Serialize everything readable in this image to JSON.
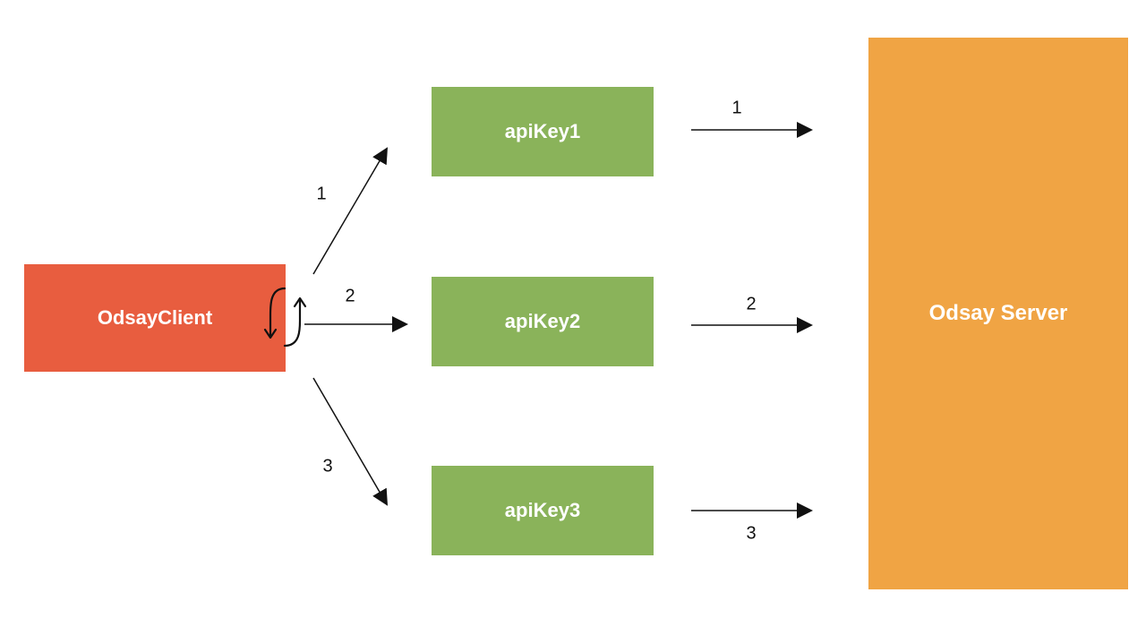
{
  "nodes": {
    "client": {
      "label": "OdsayClient",
      "color": "#e85d3f"
    },
    "keys": [
      {
        "label": "apiKey1",
        "color": "#8ab35a"
      },
      {
        "label": "apiKey2",
        "color": "#8ab35a"
      },
      {
        "label": "apiKey3",
        "color": "#8ab35a"
      }
    ],
    "server": {
      "label": "Odsay Server",
      "color": "#f0a444"
    }
  },
  "edges": {
    "client_to_keys": [
      {
        "label": "1"
      },
      {
        "label": "2"
      },
      {
        "label": "3"
      }
    ],
    "keys_to_server": [
      {
        "label": "1"
      },
      {
        "label": "2"
      },
      {
        "label": "3"
      }
    ]
  },
  "icons": {
    "rotation": "cycle-arrows-icon"
  },
  "line_color": "#111111"
}
